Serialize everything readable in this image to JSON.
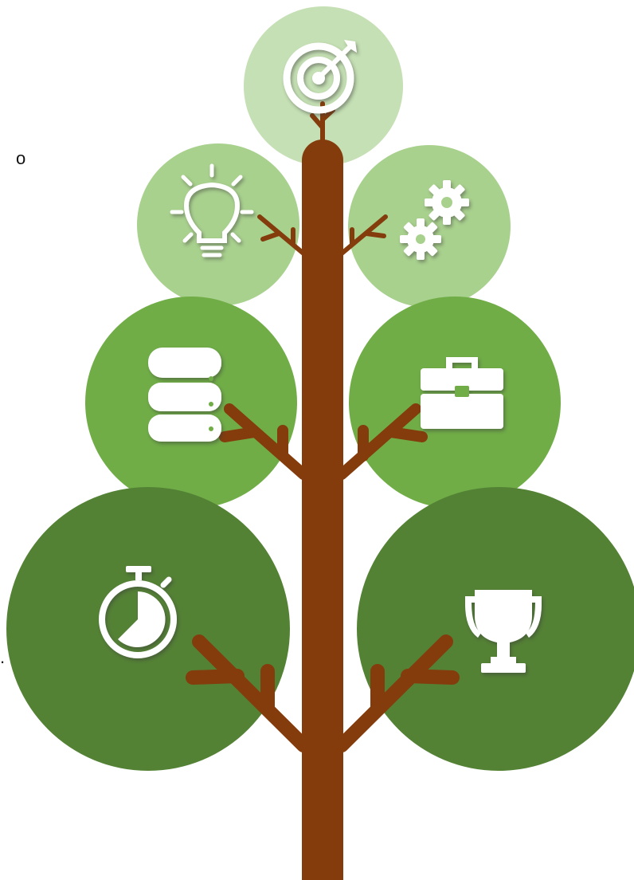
{
  "canvas_colors": {
    "background": "#ffffff",
    "trunk": "#843c0c",
    "circle_top": "#c5e0b4",
    "circle_row2": "#a9d18e",
    "circle_row3": "#70ad47",
    "circle_row4": "#548235",
    "icon": "#ffffff",
    "icon_shadow": "#3a3a3a"
  },
  "diagram": {
    "circles": [
      {
        "id": "top",
        "level": "1",
        "icon": "target-icon"
      },
      {
        "id": "row2-left",
        "level": "2",
        "icon": "lightbulb-icon"
      },
      {
        "id": "row2-right",
        "level": "2",
        "icon": "gears-icon"
      },
      {
        "id": "row3-left",
        "level": "3",
        "icon": "database-icon"
      },
      {
        "id": "row3-right",
        "level": "3",
        "icon": "briefcase-icon"
      },
      {
        "id": "row4-left",
        "level": "4",
        "icon": "stopwatch-icon"
      },
      {
        "id": "row4-right",
        "level": "4",
        "icon": "trophy-icon"
      }
    ],
    "stray_marks": [
      "o",
      "."
    ]
  }
}
